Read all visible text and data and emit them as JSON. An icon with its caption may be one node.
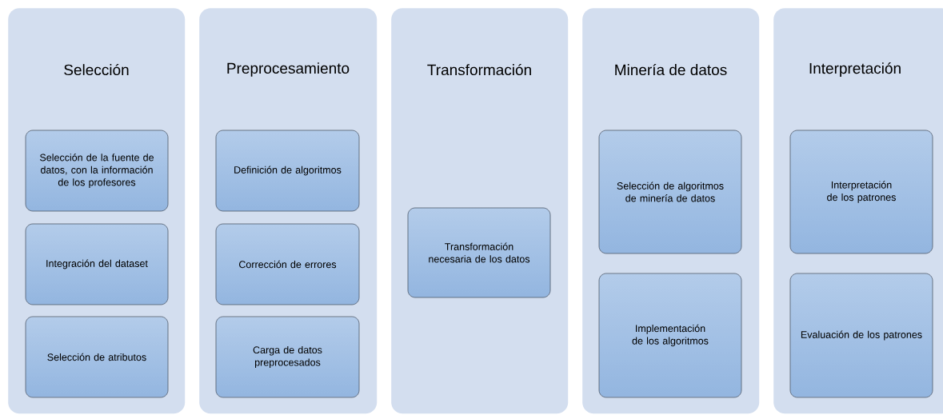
{
  "diagram": {
    "nodes": [
      {
        "text": [
          "Selección"
        ]
      },
      {
        "text": [
          "Selección de la fuente de datos, con la información de los profesores"
        ],
        "in": 0
      },
      {
        "text": [
          "Integración del dataset"
        ],
        "in": 0
      },
      {
        "text": [
          "Selección de atributos"
        ],
        "in": 0
      },
      {
        "text": [
          "Preprocesamiento"
        ]
      },
      {
        "text": [
          "Definición de algoritmos"
        ],
        "in": 4
      },
      {
        "text": [
          "Corrección de errores"
        ],
        "in": 4
      },
      {
        "text": [
          "Carga de datos preprocesados"
        ],
        "in": 4
      },
      {
        "text": [
          "Transformación"
        ]
      },
      {
        "text": [
          "Transformación necesaria de los datos"
        ],
        "in": 8
      },
      {
        "text": [
          "Minería de datos"
        ]
      },
      {
        "text": [
          "Selección de algoritmos de minería de datos"
        ],
        "in": 10
      },
      {
        "text": [
          "Implementación de los algoritmos"
        ],
        "in": 10
      },
      {
        "text": [
          "Interpretación"
        ]
      },
      {
        "text": [
          "Interpretación de los patrones"
        ],
        "in": 13
      },
      {
        "text": [
          "Evaluación de los patrones"
        ],
        "in": 13
      }
    ]
  }
}
